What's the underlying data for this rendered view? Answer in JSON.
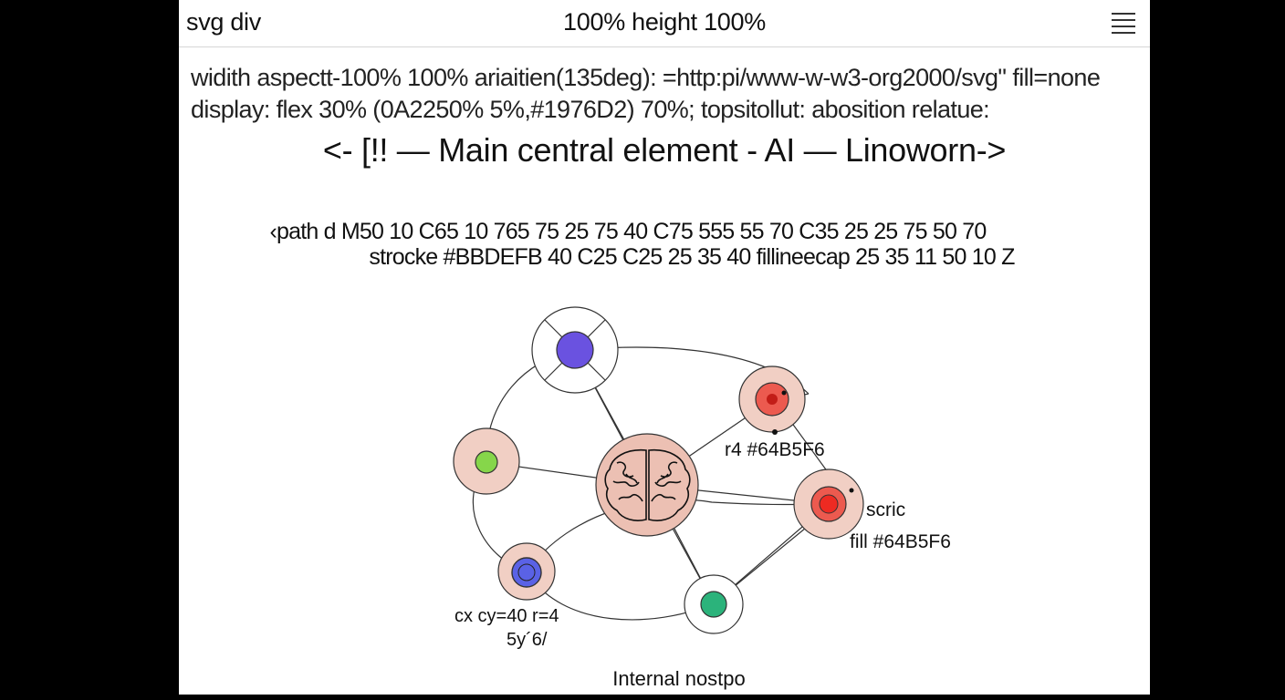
{
  "topbar": {
    "left_title": "svg div",
    "center_title": "100% height 100%",
    "menu_icon": "hamburger-menu-icon"
  },
  "code_lines": [
    "widith aspectt-100% 100% ariaitien(135deg): =http:pi/www-w-w3-org2000/svg\" fill=none",
    "display: flex 30% (0A2250% 5%,#1976D2) 70%; topsitollut: abosition relatue:"
  ],
  "headline": "<- [!! — Main central element - AI — Linoworn->",
  "path_text": {
    "line1": "‹path d M50 10 C65 10 765 75 25 75 40 C75 555 55 70 C35 25 25 75 50 70",
    "line2": "strocke #BBDEFB 40 C25 C25 25 35 40 fillineecap 25 35 11 50 10 Z"
  },
  "diagram": {
    "colors": {
      "halo": "#f1cfc4",
      "central": "#ecc0b3",
      "purple": "#6a52e0",
      "green": "#86d64a",
      "blue": "#5a62e6",
      "teal": "#2bb37b",
      "red": "#ee2a22",
      "redSoft": "#ec5a4f",
      "line": "#333333"
    },
    "labels": {
      "top_right_node": "r4 #64B5F6",
      "right_node_1": "scric",
      "right_node_2": "fill #64B5F6",
      "bottom_left_1": "cx cy=40 r=4",
      "bottom_left_2": "5y´6/",
      "caption": "Internal nostpo"
    }
  }
}
